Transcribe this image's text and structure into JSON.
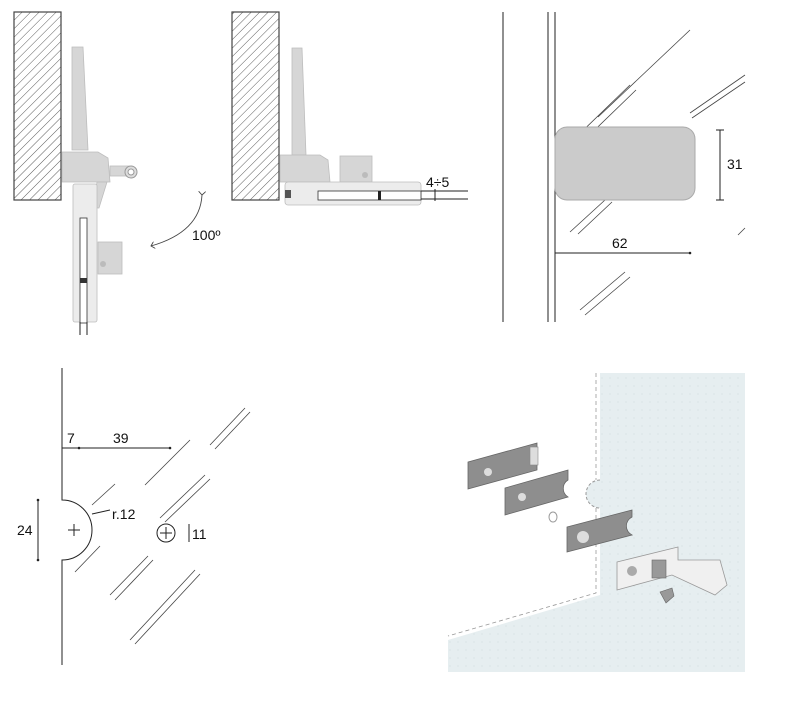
{
  "labels": {
    "opening_angle": "100º",
    "glass_thickness": "4÷5",
    "height_dim": "31",
    "width_dim": "62",
    "edge_offset": "7",
    "cutout_depth": "39",
    "cutout_height": "24",
    "cutout_radius": "r.12",
    "hole_diameter": "11"
  },
  "colors": {
    "part": "#d6d6d6",
    "body_block": "#c9c9c9",
    "wall_bg": "#e6eef0",
    "plate": "#8e8e8e"
  }
}
